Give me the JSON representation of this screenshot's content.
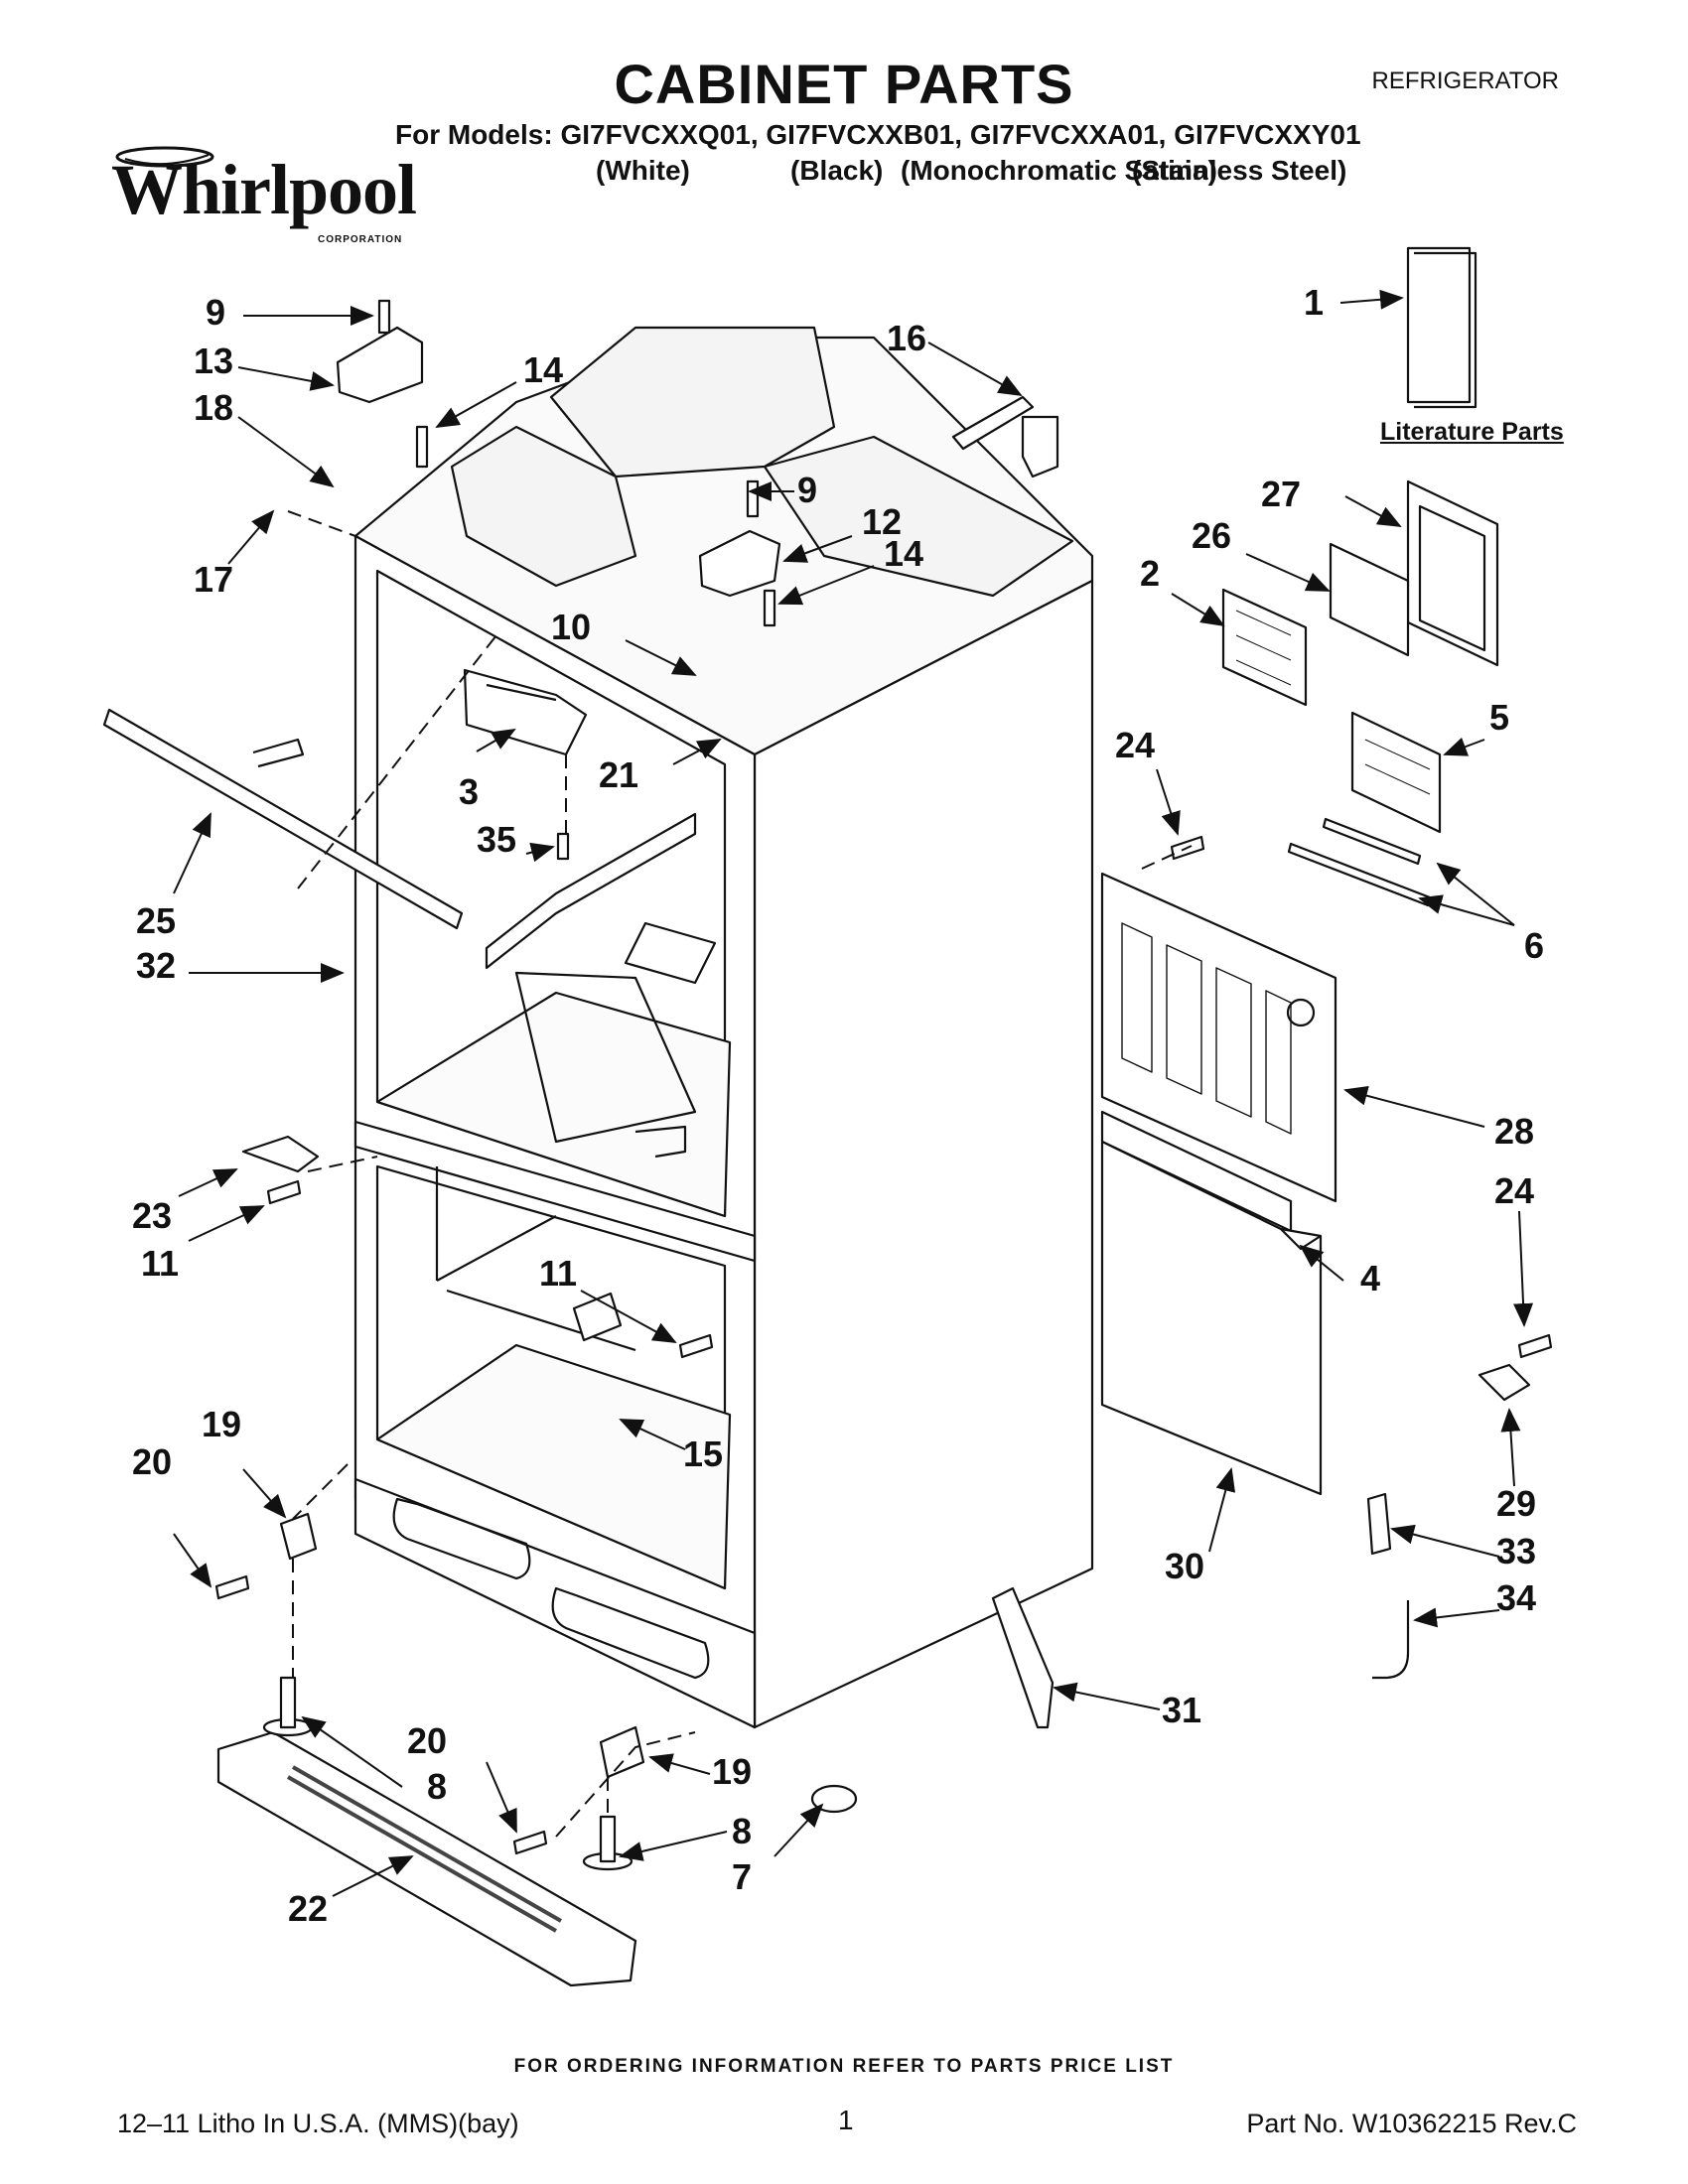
{
  "header": {
    "title": "CABINET PARTS",
    "category": "REFRIGERATOR",
    "models_line": "For Models: GI7FVCXXQ01, GI7FVCXXB01, GI7FVCXXA01, GI7FVCXXY01",
    "variants": [
      "(White)",
      "(Black)",
      "(Monochromatic Satina)",
      "(Stainless Steel)"
    ]
  },
  "logo": {
    "brand": "Whirlpool",
    "sub": "CORPORATION"
  },
  "literature_label": "Literature Parts",
  "callouts": [
    "9",
    "13",
    "18",
    "14",
    "17",
    "16",
    "1",
    "9",
    "12",
    "14",
    "10",
    "27",
    "26",
    "2",
    "21",
    "3",
    "24",
    "5",
    "35",
    "25",
    "32",
    "6",
    "28",
    "23",
    "11",
    "24",
    "11",
    "4",
    "19",
    "20",
    "15",
    "30",
    "29",
    "33",
    "34",
    "31",
    "20",
    "8",
    "19",
    "8",
    "7",
    "22"
  ],
  "footer": {
    "order_note": "FOR ORDERING INFORMATION REFER TO PARTS PRICE LIST",
    "litho": "12–11 Litho In U.S.A. (MMS)(bay)",
    "page": "1",
    "part_no": "Part No. W10362215 Rev.C"
  }
}
